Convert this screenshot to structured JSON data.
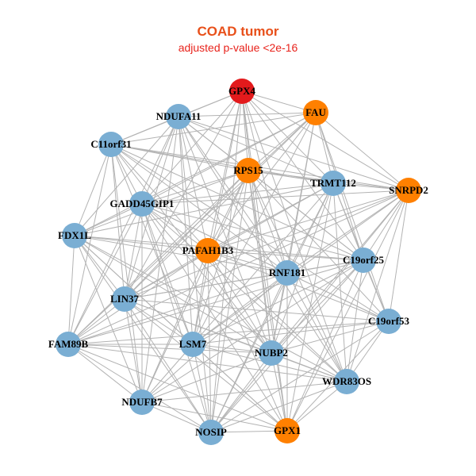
{
  "title": "COAD tumor",
  "subtitle": "adjusted p-value <2e-16",
  "colors": {
    "title": "#e8501a",
    "subtitle": "#e8231c",
    "edge": "#b3b3b3",
    "blue": "#7aaed3",
    "orange": "#ff8000",
    "red": "#e31a1c"
  },
  "nodes": [
    {
      "id": "GPX4",
      "label": "GPX4",
      "color": "red"
    },
    {
      "id": "FAU",
      "label": "FAU",
      "color": "orange"
    },
    {
      "id": "NDUFA11",
      "label": "NDUFA11",
      "color": "blue"
    },
    {
      "id": "C11orf31",
      "label": "C11orf31",
      "color": "blue"
    },
    {
      "id": "RPS15",
      "label": "RPS15",
      "color": "orange"
    },
    {
      "id": "TRMT112",
      "label": "TRMT112",
      "color": "blue"
    },
    {
      "id": "SNRPD2",
      "label": "SNRPD2",
      "color": "orange"
    },
    {
      "id": "GADD45GIP1",
      "label": "GADD45GIP1",
      "color": "blue"
    },
    {
      "id": "FDX1L",
      "label": "FDX1L",
      "color": "blue"
    },
    {
      "id": "PAFAH1B3",
      "label": "PAFAH1B3",
      "color": "orange"
    },
    {
      "id": "C19orf25",
      "label": "C19orf25",
      "color": "blue"
    },
    {
      "id": "RNF181",
      "label": "RNF181",
      "color": "blue"
    },
    {
      "id": "LIN37",
      "label": "LIN37",
      "color": "blue"
    },
    {
      "id": "C19orf53",
      "label": "C19orf53",
      "color": "blue"
    },
    {
      "id": "FAM89B",
      "label": "FAM89B",
      "color": "blue"
    },
    {
      "id": "LSM7",
      "label": "LSM7",
      "color": "blue"
    },
    {
      "id": "NUBP2",
      "label": "NUBP2",
      "color": "blue"
    },
    {
      "id": "WDR83OS",
      "label": "WDR83OS",
      "color": "blue"
    },
    {
      "id": "NDUFB7",
      "label": "NDUFB7",
      "color": "blue"
    },
    {
      "id": "NOSIP",
      "label": "NOSIP",
      "color": "blue"
    },
    {
      "id": "GPX1",
      "label": "GPX1",
      "color": "orange"
    }
  ],
  "edges": [
    [
      "GPX4",
      "FAU"
    ],
    [
      "GPX4",
      "NDUFA11"
    ],
    [
      "GPX4",
      "C11orf31"
    ],
    [
      "GPX4",
      "RPS15"
    ],
    [
      "GPX4",
      "TRMT112"
    ],
    [
      "GPX4",
      "SNRPD2"
    ],
    [
      "GPX4",
      "GADD45GIP1"
    ],
    [
      "GPX4",
      "PAFAH1B3"
    ],
    [
      "GPX4",
      "RNF181"
    ],
    [
      "GPX4",
      "C19orf25"
    ],
    [
      "GPX4",
      "LIN37"
    ],
    [
      "GPX4",
      "LSM7"
    ],
    [
      "GPX4",
      "NUBP2"
    ],
    [
      "GPX4",
      "WDR83OS"
    ],
    [
      "GPX4",
      "NOSIP"
    ],
    [
      "GPX4",
      "GPX1"
    ],
    [
      "FAU",
      "NDUFA11"
    ],
    [
      "FAU",
      "C11orf31"
    ],
    [
      "FAU",
      "RPS15"
    ],
    [
      "FAU",
      "TRMT112"
    ],
    [
      "FAU",
      "SNRPD2"
    ],
    [
      "FAU",
      "GADD45GIP1"
    ],
    [
      "FAU",
      "FDX1L"
    ],
    [
      "FAU",
      "PAFAH1B3"
    ],
    [
      "FAU",
      "RNF181"
    ],
    [
      "FAU",
      "C19orf25"
    ],
    [
      "FAU",
      "LIN37"
    ],
    [
      "FAU",
      "LSM7"
    ],
    [
      "FAU",
      "NUBP2"
    ],
    [
      "FAU",
      "FAM89B"
    ],
    [
      "FAU",
      "C19orf53"
    ],
    [
      "NDUFA11",
      "C11orf31"
    ],
    [
      "NDUFA11",
      "RPS15"
    ],
    [
      "NDUFA11",
      "TRMT112"
    ],
    [
      "NDUFA11",
      "SNRPD2"
    ],
    [
      "NDUFA11",
      "GADD45GIP1"
    ],
    [
      "NDUFA11",
      "FDX1L"
    ],
    [
      "NDUFA11",
      "PAFAH1B3"
    ],
    [
      "NDUFA11",
      "RNF181"
    ],
    [
      "NDUFA11",
      "LIN37"
    ],
    [
      "NDUFA11",
      "LSM7"
    ],
    [
      "NDUFA11",
      "NUBP2"
    ],
    [
      "NDUFA11",
      "NOSIP"
    ],
    [
      "NDUFA11",
      "NDUFB7"
    ],
    [
      "NDUFA11",
      "FAM89B"
    ],
    [
      "NDUFA11",
      "C19orf25"
    ],
    [
      "NDUFA11",
      "WDR83OS"
    ],
    [
      "C11orf31",
      "RPS15"
    ],
    [
      "C11orf31",
      "TRMT112"
    ],
    [
      "C11orf31",
      "SNRPD2"
    ],
    [
      "C11orf31",
      "GADD45GIP1"
    ],
    [
      "C11orf31",
      "FDX1L"
    ],
    [
      "C11orf31",
      "PAFAH1B3"
    ],
    [
      "C11orf31",
      "RNF181"
    ],
    [
      "C11orf31",
      "C19orf25"
    ],
    [
      "C11orf31",
      "LIN37"
    ],
    [
      "C11orf31",
      "FAM89B"
    ],
    [
      "C11orf31",
      "LSM7"
    ],
    [
      "C11orf31",
      "NUBP2"
    ],
    [
      "C11orf31",
      "C19orf53"
    ],
    [
      "C11orf31",
      "NDUFB7"
    ],
    [
      "RPS15",
      "TRMT112"
    ],
    [
      "RPS15",
      "SNRPD2"
    ],
    [
      "RPS15",
      "GADD45GIP1"
    ],
    [
      "RPS15",
      "FDX1L"
    ],
    [
      "RPS15",
      "PAFAH1B3"
    ],
    [
      "RPS15",
      "RNF181"
    ],
    [
      "RPS15",
      "C19orf25"
    ],
    [
      "RPS15",
      "LIN37"
    ],
    [
      "RPS15",
      "FAM89B"
    ],
    [
      "RPS15",
      "LSM7"
    ],
    [
      "RPS15",
      "NUBP2"
    ],
    [
      "RPS15",
      "WDR83OS"
    ],
    [
      "RPS15",
      "NDUFB7"
    ],
    [
      "RPS15",
      "NOSIP"
    ],
    [
      "RPS15",
      "GPX1"
    ],
    [
      "RPS15",
      "C19orf53"
    ],
    [
      "TRMT112",
      "SNRPD2"
    ],
    [
      "TRMT112",
      "GADD45GIP1"
    ],
    [
      "TRMT112",
      "FDX1L"
    ],
    [
      "TRMT112",
      "PAFAH1B3"
    ],
    [
      "TRMT112",
      "RNF181"
    ],
    [
      "TRMT112",
      "C19orf25"
    ],
    [
      "TRMT112",
      "LIN37"
    ],
    [
      "TRMT112",
      "C19orf53"
    ],
    [
      "TRMT112",
      "LSM7"
    ],
    [
      "TRMT112",
      "NUBP2"
    ],
    [
      "TRMT112",
      "WDR83OS"
    ],
    [
      "TRMT112",
      "NOSIP"
    ],
    [
      "TRMT112",
      "GPX1"
    ],
    [
      "SNRPD2",
      "GADD45GIP1"
    ],
    [
      "SNRPD2",
      "PAFAH1B3"
    ],
    [
      "SNRPD2",
      "RNF181"
    ],
    [
      "SNRPD2",
      "C19orf25"
    ],
    [
      "SNRPD2",
      "LIN37"
    ],
    [
      "SNRPD2",
      "C19orf53"
    ],
    [
      "SNRPD2",
      "LSM7"
    ],
    [
      "SNRPD2",
      "NUBP2"
    ],
    [
      "SNRPD2",
      "WDR83OS"
    ],
    [
      "SNRPD2",
      "NOSIP"
    ],
    [
      "SNRPD2",
      "FAM89B"
    ],
    [
      "SNRPD2",
      "GPX1"
    ],
    [
      "GADD45GIP1",
      "FDX1L"
    ],
    [
      "GADD45GIP1",
      "PAFAH1B3"
    ],
    [
      "GADD45GIP1",
      "RNF181"
    ],
    [
      "GADD45GIP1",
      "C19orf25"
    ],
    [
      "GADD45GIP1",
      "LIN37"
    ],
    [
      "GADD45GIP1",
      "FAM89B"
    ],
    [
      "GADD45GIP1",
      "LSM7"
    ],
    [
      "GADD45GIP1",
      "NUBP2"
    ],
    [
      "GADD45GIP1",
      "NDUFB7"
    ],
    [
      "GADD45GIP1",
      "NOSIP"
    ],
    [
      "GADD45GIP1",
      "WDR83OS"
    ],
    [
      "GADD45GIP1",
      "GPX1"
    ],
    [
      "GADD45GIP1",
      "C19orf53"
    ],
    [
      "FDX1L",
      "PAFAH1B3"
    ],
    [
      "FDX1L",
      "RNF181"
    ],
    [
      "FDX1L",
      "LIN37"
    ],
    [
      "FDX1L",
      "FAM89B"
    ],
    [
      "FDX1L",
      "LSM7"
    ],
    [
      "FDX1L",
      "NUBP2"
    ],
    [
      "FDX1L",
      "NDUFB7"
    ],
    [
      "FDX1L",
      "NOSIP"
    ],
    [
      "FDX1L",
      "C19orf25"
    ],
    [
      "FDX1L",
      "WDR83OS"
    ],
    [
      "FDX1L",
      "GPX1"
    ],
    [
      "PAFAH1B3",
      "RNF181"
    ],
    [
      "PAFAH1B3",
      "C19orf25"
    ],
    [
      "PAFAH1B3",
      "LIN37"
    ],
    [
      "PAFAH1B3",
      "C19orf53"
    ],
    [
      "PAFAH1B3",
      "FAM89B"
    ],
    [
      "PAFAH1B3",
      "LSM7"
    ],
    [
      "PAFAH1B3",
      "NUBP2"
    ],
    [
      "PAFAH1B3",
      "WDR83OS"
    ],
    [
      "PAFAH1B3",
      "NDUFB7"
    ],
    [
      "PAFAH1B3",
      "NOSIP"
    ],
    [
      "PAFAH1B3",
      "GPX1"
    ],
    [
      "C19orf25",
      "RNF181"
    ],
    [
      "C19orf25",
      "LIN37"
    ],
    [
      "C19orf25",
      "C19orf53"
    ],
    [
      "C19orf25",
      "LSM7"
    ],
    [
      "C19orf25",
      "NUBP2"
    ],
    [
      "C19orf25",
      "WDR83OS"
    ],
    [
      "C19orf25",
      "NOSIP"
    ],
    [
      "C19orf25",
      "GPX1"
    ],
    [
      "C19orf25",
      "FAM89B"
    ],
    [
      "C19orf25",
      "NDUFB7"
    ],
    [
      "RNF181",
      "LIN37"
    ],
    [
      "RNF181",
      "C19orf53"
    ],
    [
      "RNF181",
      "FAM89B"
    ],
    [
      "RNF181",
      "LSM7"
    ],
    [
      "RNF181",
      "NUBP2"
    ],
    [
      "RNF181",
      "WDR83OS"
    ],
    [
      "RNF181",
      "NDUFB7"
    ],
    [
      "RNF181",
      "NOSIP"
    ],
    [
      "RNF181",
      "GPX1"
    ],
    [
      "LIN37",
      "FAM89B"
    ],
    [
      "LIN37",
      "LSM7"
    ],
    [
      "LIN37",
      "NUBP2"
    ],
    [
      "LIN37",
      "NDUFB7"
    ],
    [
      "LIN37",
      "NOSIP"
    ],
    [
      "LIN37",
      "GPX1"
    ],
    [
      "LIN37",
      "WDR83OS"
    ],
    [
      "LIN37",
      "C19orf53"
    ],
    [
      "C19orf53",
      "NUBP2"
    ],
    [
      "C19orf53",
      "WDR83OS"
    ],
    [
      "C19orf53",
      "LSM7"
    ],
    [
      "C19orf53",
      "NOSIP"
    ],
    [
      "C19orf53",
      "GPX1"
    ],
    [
      "C19orf53",
      "FAM89B"
    ],
    [
      "FAM89B",
      "LSM7"
    ],
    [
      "FAM89B",
      "NDUFB7"
    ],
    [
      "FAM89B",
      "NOSIP"
    ],
    [
      "FAM89B",
      "NUBP2"
    ],
    [
      "FAM89B",
      "GPX1"
    ],
    [
      "FAM89B",
      "WDR83OS"
    ],
    [
      "LSM7",
      "NUBP2"
    ],
    [
      "LSM7",
      "WDR83OS"
    ],
    [
      "LSM7",
      "NDUFB7"
    ],
    [
      "LSM7",
      "NOSIP"
    ],
    [
      "LSM7",
      "GPX1"
    ],
    [
      "NUBP2",
      "WDR83OS"
    ],
    [
      "NUBP2",
      "NDUFB7"
    ],
    [
      "NUBP2",
      "NOSIP"
    ],
    [
      "NUBP2",
      "GPX1"
    ],
    [
      "WDR83OS",
      "NOSIP"
    ],
    [
      "WDR83OS",
      "GPX1"
    ],
    [
      "WDR83OS",
      "NDUFB7"
    ],
    [
      "NDUFB7",
      "NOSIP"
    ],
    [
      "NDUFB7",
      "GPX1"
    ],
    [
      "NOSIP",
      "GPX1"
    ]
  ]
}
